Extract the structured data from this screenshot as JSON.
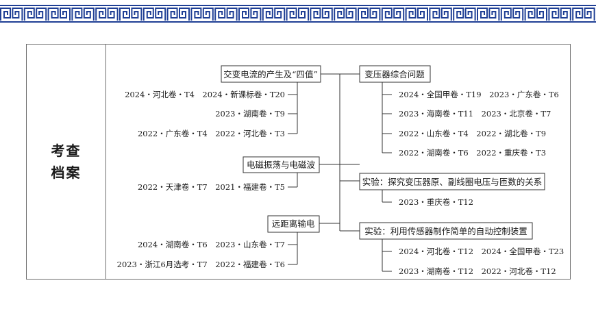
{
  "side_title": [
    "考查",
    "档案"
  ],
  "left_groups": [
    {
      "label": "交变电流的产生及“四值”",
      "items": [
        "2024・河北卷・T4　2024・新课标卷・T20",
        "2023・湖南卷・T9",
        "2022・广东卷・T4　2022・河北卷・T3"
      ]
    },
    {
      "label": "电磁振荡与电磁波",
      "items": [
        "2022・天津卷・T7　2021・福建卷・T5"
      ]
    },
    {
      "label": "远距离输电",
      "items": [
        "2024・湖南卷・T6　2023・山东卷・T7",
        "2023・浙江6月选考・T7　2022・福建卷・T6"
      ]
    }
  ],
  "right_groups": [
    {
      "label": "变压器综合问题",
      "items": [
        "2024・全国甲卷・T19　2023・广东卷・T6",
        "2023・海南卷・T11　2023・北京卷・T7",
        "2022・山东卷・T4　2022・湖北卷・T9",
        "2022・湖南卷・T6　2022・重庆卷・T3"
      ]
    },
    {
      "label": "实验：探究变压器原、副线圈电压与匝数的关系",
      "items": [
        "2023・重庆卷・T12"
      ]
    },
    {
      "label": "实验：利用传感器制作简单的自动控制装置",
      "items": [
        "2024・河北卷・T12　2024・全国甲卷・T23",
        "2023・湖南卷・T12　2022・河北卷・T12"
      ]
    }
  ],
  "colors": {
    "border_pattern": "#1f3f95",
    "lines": "#333333"
  }
}
